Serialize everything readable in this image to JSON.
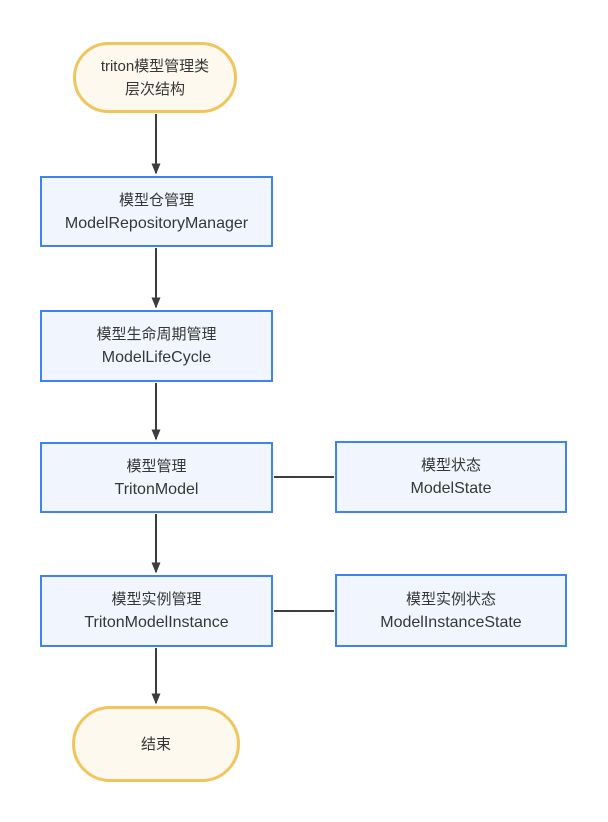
{
  "flowchart": {
    "title": "triton模型管理类层次结构",
    "colors": {
      "node_border": "#3f83f1",
      "node_fill": "#f1f6fe",
      "terminal_border": "#f2c55c",
      "terminal_fill": "#fdf9ee",
      "edge": "#3d3d3d",
      "text": "#363636"
    },
    "nodes": {
      "start": {
        "line1": "triton模型管理类",
        "line2": "层次结构"
      },
      "repository": {
        "line1": "模型仓管理",
        "line2": "ModelRepositoryManager"
      },
      "lifecycle": {
        "line1": "模型生命周期管理",
        "line2": "ModelLifeCycle"
      },
      "model": {
        "line1": "模型管理",
        "line2": "TritonModel"
      },
      "model_state": {
        "line1": "模型状态",
        "line2": "ModelState"
      },
      "instance": {
        "line1": "模型实例管理",
        "line2": "TritonModelInstance"
      },
      "instance_state": {
        "line1": "模型实例状态",
        "line2": "ModelInstanceState"
      },
      "end": {
        "line1": "结束"
      }
    },
    "edges": [
      {
        "from": "start",
        "to": "repository",
        "type": "arrow"
      },
      {
        "from": "repository",
        "to": "lifecycle",
        "type": "arrow"
      },
      {
        "from": "lifecycle",
        "to": "model",
        "type": "arrow"
      },
      {
        "from": "model",
        "to": "model_state",
        "type": "line"
      },
      {
        "from": "model",
        "to": "instance",
        "type": "arrow"
      },
      {
        "from": "instance",
        "to": "instance_state",
        "type": "line"
      },
      {
        "from": "instance",
        "to": "end",
        "type": "arrow"
      }
    ]
  }
}
